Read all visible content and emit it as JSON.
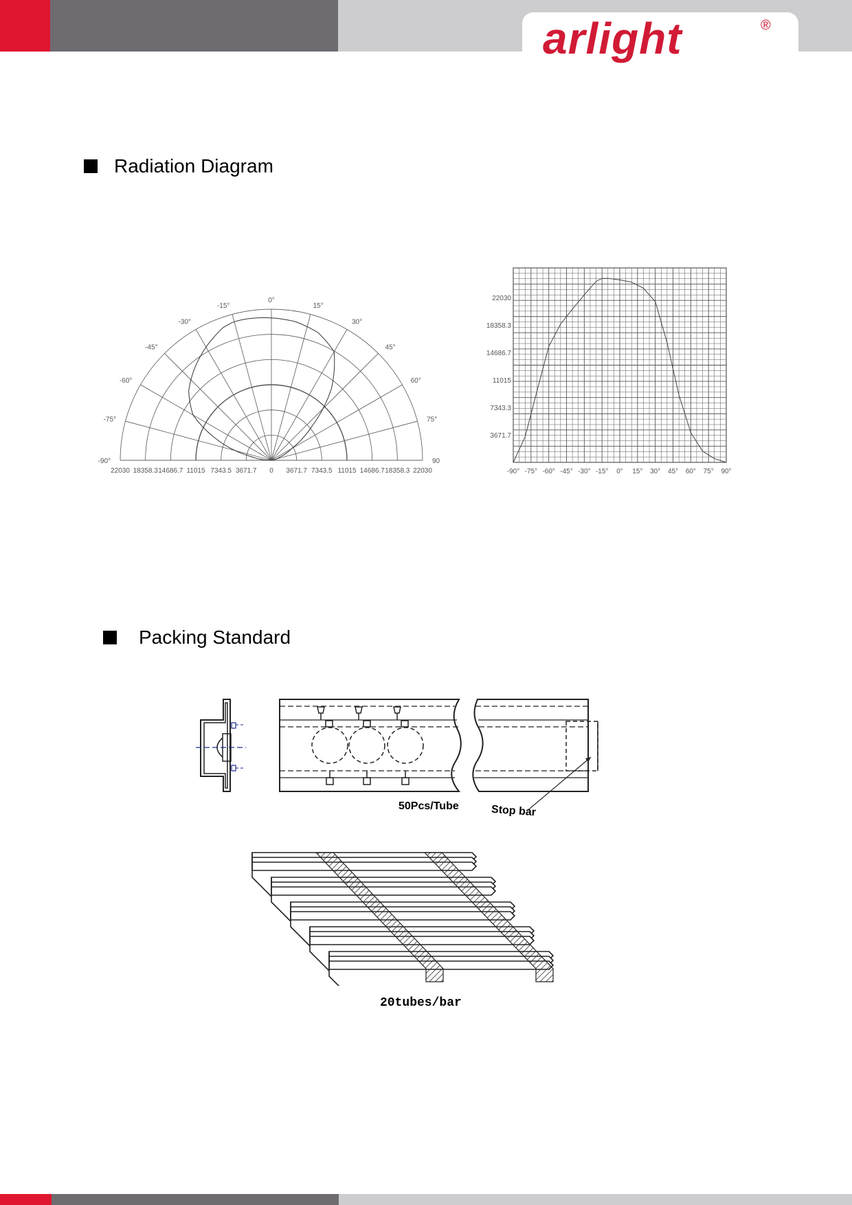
{
  "header": {
    "logo_text": "arlight",
    "logo_reg": "®",
    "colors": {
      "red": "#e0152f",
      "dark_gray": "#6e6c71",
      "light_gray": "#cdcdd0",
      "logo": "#d11a35"
    }
  },
  "sections": {
    "radiation": {
      "title": "Radiation Diagram"
    },
    "packing": {
      "title": "Packing Standard"
    }
  },
  "packing": {
    "tube_caption": "50Pcs/Tube",
    "stop_bar_caption": "Stop bar",
    "bar_caption": "20tubes/bar"
  },
  "chart_data": [
    {
      "type": "polar",
      "angle_labels": [
        "0°",
        "15°",
        "30°",
        "45°",
        "60°",
        "75°",
        "90°",
        "-15°",
        "-30°",
        "-45°",
        "-60°",
        "-75°",
        "-90°"
      ],
      "radial_labels": [
        "22030",
        "18358.3",
        "14686.7",
        "11015",
        "7343.5",
        "3671.7",
        "0",
        "3671.7",
        "7343.5",
        "11015",
        "14686.7",
        "18358.3",
        "22030"
      ],
      "rmax": 22030
    },
    {
      "type": "line",
      "x_tick_labels": [
        "-90°",
        "-75°",
        "-60°",
        "-45°",
        "-30°",
        "-15°",
        "0°",
        "15°",
        "30°",
        "45°",
        "60°",
        "75°",
        "90°"
      ],
      "y_tick_labels": [
        "22030",
        "18358.3",
        "14686.7",
        "11015",
        "7343.3",
        "3671.7"
      ],
      "x": [
        -90,
        -80,
        -70,
        -60,
        -50,
        -40,
        -30,
        -20,
        -15,
        -10,
        0,
        10,
        20,
        30,
        40,
        50,
        60,
        70,
        80,
        90
      ],
      "y": [
        0,
        3400,
        9500,
        15500,
        18500,
        20500,
        22400,
        24200,
        24600,
        24600,
        24400,
        24100,
        23300,
        21500,
        16000,
        9000,
        4000,
        1500,
        500,
        0
      ],
      "ylim": [
        0,
        26000
      ],
      "xlim": [
        -90,
        90
      ],
      "grid": true
    }
  ]
}
